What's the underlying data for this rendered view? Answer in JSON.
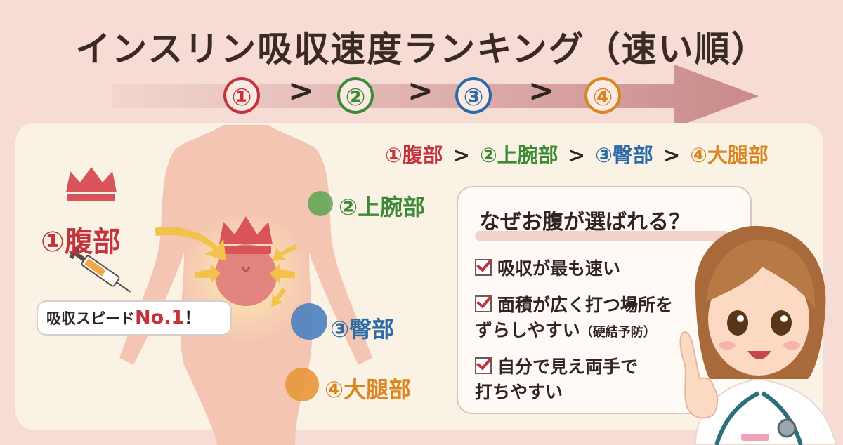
{
  "title": "インスリン吸収速度ランキング（速い順）",
  "ranking": {
    "nums": [
      "①",
      "②",
      "③",
      "④"
    ],
    "separator": ">",
    "colors": [
      "#c2333b",
      "#3d8a35",
      "#2a6aa6",
      "#d98520"
    ]
  },
  "order_line": {
    "items": [
      "①腹部",
      "②上腕部",
      "③臀部",
      "④大腿部"
    ],
    "separator": ">"
  },
  "sites": {
    "abdomen": "①腹部",
    "upper_arm": "②上腕部",
    "buttock": "③臀部",
    "thigh": "④大腿部"
  },
  "bubble": {
    "text": "吸収スピード",
    "emphasis": "No.1",
    "tail": "！"
  },
  "reasons": {
    "title": "なぜお腹が選ばれる？",
    "items": [
      {
        "line1": "吸収が最も速い",
        "line2": "",
        "note": ""
      },
      {
        "line1": "面積が広く打つ場所を",
        "line2": "ずらしやすい",
        "note": "（硬結予防）"
      },
      {
        "line1": "自分で見え両手で",
        "line2": "打ちやすい",
        "note": ""
      }
    ]
  },
  "icons": {
    "crown": "crown-icon",
    "syringe": "syringe-icon",
    "check": "checkbox-icon",
    "nurse": "nurse-illustration"
  }
}
